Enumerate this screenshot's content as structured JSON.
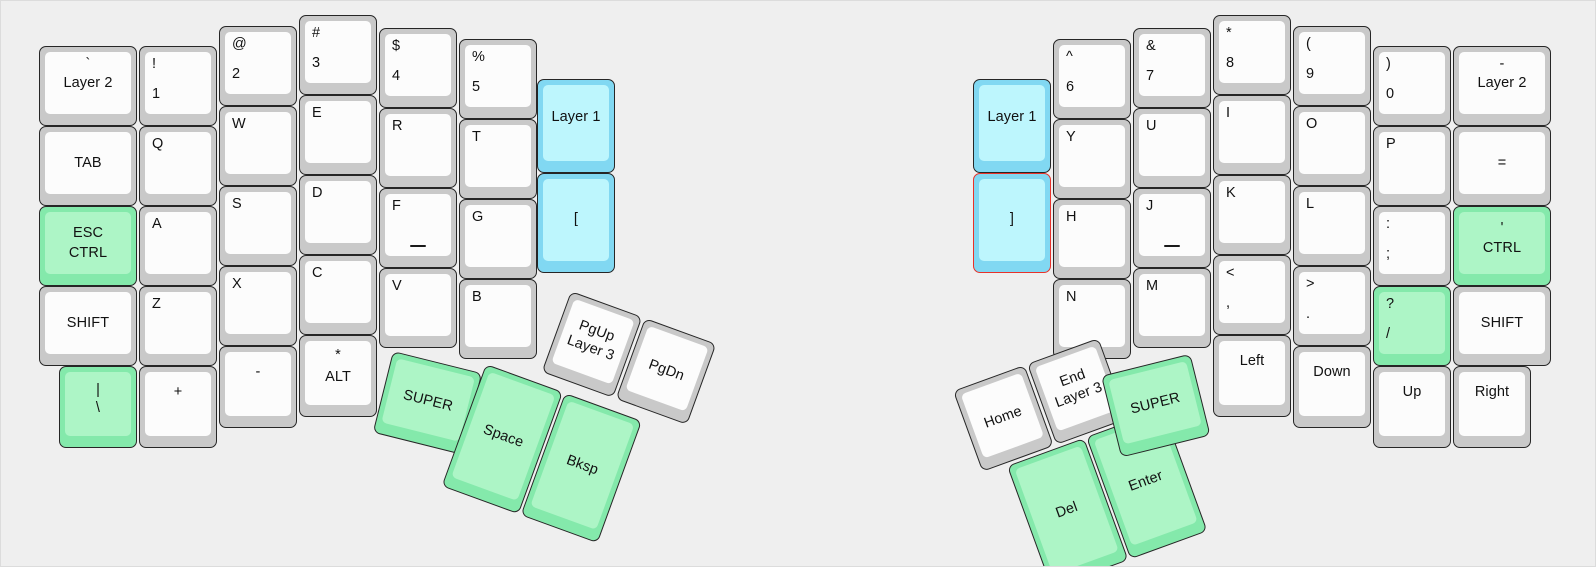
{
  "title": "Ergonomic split keyboard layout",
  "colors": {
    "background": "#efefef",
    "key_skirt": "#c9c9c9",
    "key_cap": "#fcfcfc",
    "green_skirt": "#84e9ab",
    "green_cap": "#adf5c6",
    "cyan_skirt": "#81d8f2",
    "cyan_cap": "#bdf6fd",
    "selection_border": "#e8322a",
    "legend": "#111111"
  },
  "left_half": {
    "name": "left-keyboard-half",
    "columns": [
      {
        "name": "pinky-outer",
        "keys": [
          {
            "name": "key-grave-layer2",
            "top": "`",
            "main": "Layer 2"
          },
          {
            "name": "key-tab",
            "top": "",
            "main": "TAB"
          },
          {
            "name": "key-esc-ctrl",
            "top": "ESC",
            "main": "CTRL",
            "color": "green"
          },
          {
            "name": "key-shift",
            "top": "",
            "main": "SHIFT"
          },
          {
            "name": "key-pipe-backslash",
            "top": "|",
            "main": "\\",
            "color": "green"
          }
        ]
      },
      {
        "name": "pinky",
        "keys": [
          {
            "name": "key-1",
            "top": "!",
            "main": "1"
          },
          {
            "name": "key-q",
            "top": "Q",
            "main": ""
          },
          {
            "name": "key-a",
            "top": "A",
            "main": ""
          },
          {
            "name": "key-z",
            "top": "Z",
            "main": ""
          },
          {
            "name": "key-plus",
            "top": "",
            "main": "+"
          }
        ]
      },
      {
        "name": "ring",
        "keys": [
          {
            "name": "key-2",
            "top": "@",
            "main": "2"
          },
          {
            "name": "key-w",
            "top": "W",
            "main": ""
          },
          {
            "name": "key-s",
            "top": "S",
            "main": ""
          },
          {
            "name": "key-x",
            "top": "X",
            "main": ""
          },
          {
            "name": "key-minus",
            "top": "",
            "main": "-"
          }
        ]
      },
      {
        "name": "middle",
        "keys": [
          {
            "name": "key-3",
            "top": "#",
            "main": "3"
          },
          {
            "name": "key-e",
            "top": "E",
            "main": ""
          },
          {
            "name": "key-d",
            "top": "D",
            "main": ""
          },
          {
            "name": "key-c",
            "top": "C",
            "main": ""
          },
          {
            "name": "key-alt",
            "top": "*",
            "main": "ALT"
          }
        ]
      },
      {
        "name": "index",
        "keys": [
          {
            "name": "key-4",
            "top": "$",
            "main": "4"
          },
          {
            "name": "key-r",
            "top": "R",
            "main": ""
          },
          {
            "name": "key-f",
            "top": "F",
            "main": "",
            "homing": true
          },
          {
            "name": "key-v",
            "top": "V",
            "main": ""
          }
        ]
      },
      {
        "name": "index-inner",
        "keys": [
          {
            "name": "key-5",
            "top": "%",
            "main": "5"
          },
          {
            "name": "key-t",
            "top": "T",
            "main": ""
          },
          {
            "name": "key-g",
            "top": "G",
            "main": ""
          },
          {
            "name": "key-b",
            "top": "B",
            "main": ""
          }
        ]
      },
      {
        "name": "inner-thumb-column",
        "keys": [
          {
            "name": "key-layer1",
            "top": "",
            "main": "Layer 1",
            "color": "cyan"
          },
          {
            "name": "key-left-bracket",
            "top": "",
            "main": "[",
            "color": "cyan"
          }
        ]
      }
    ],
    "thumb_cluster": [
      {
        "name": "key-super-left",
        "label": "SUPER",
        "color": "green"
      },
      {
        "name": "key-space",
        "label": "Space",
        "color": "green"
      },
      {
        "name": "key-bksp",
        "label": "Bksp",
        "color": "green"
      },
      {
        "name": "key-pgup-layer3",
        "label": "PgUp\nLayer 3"
      },
      {
        "name": "key-pgdn",
        "label": "PgDn"
      }
    ]
  },
  "right_half": {
    "name": "right-keyboard-half",
    "columns": [
      {
        "name": "inner-thumb-column",
        "keys": [
          {
            "name": "key-layer1",
            "top": "",
            "main": "Layer 1",
            "color": "cyan"
          },
          {
            "name": "key-right-bracket",
            "top": "",
            "main": "]",
            "color": "cyan",
            "selected": true
          }
        ]
      },
      {
        "name": "index-inner",
        "keys": [
          {
            "name": "key-6",
            "top": "^",
            "main": "6"
          },
          {
            "name": "key-y",
            "top": "Y",
            "main": ""
          },
          {
            "name": "key-h",
            "top": "H",
            "main": ""
          },
          {
            "name": "key-n",
            "top": "N",
            "main": ""
          }
        ]
      },
      {
        "name": "index",
        "keys": [
          {
            "name": "key-7",
            "top": "&",
            "main": "7"
          },
          {
            "name": "key-u",
            "top": "U",
            "main": ""
          },
          {
            "name": "key-j",
            "top": "J",
            "main": "",
            "homing": true
          },
          {
            "name": "key-m",
            "top": "M",
            "main": ""
          }
        ]
      },
      {
        "name": "middle",
        "keys": [
          {
            "name": "key-8",
            "top": "*",
            "main": "8"
          },
          {
            "name": "key-i",
            "top": "I",
            "main": ""
          },
          {
            "name": "key-k",
            "top": "K",
            "main": ""
          },
          {
            "name": "key-comma",
            "top": "<",
            "main": ","
          },
          {
            "name": "key-left-arrow",
            "top": "",
            "main": "Left"
          }
        ]
      },
      {
        "name": "ring",
        "keys": [
          {
            "name": "key-9",
            "top": "(",
            "main": "9"
          },
          {
            "name": "key-o",
            "top": "O",
            "main": ""
          },
          {
            "name": "key-l",
            "top": "L",
            "main": ""
          },
          {
            "name": "key-period",
            "top": ">",
            "main": "."
          },
          {
            "name": "key-down-arrow",
            "top": "",
            "main": "Down"
          }
        ]
      },
      {
        "name": "pinky",
        "keys": [
          {
            "name": "key-0",
            "top": ")",
            "main": "0"
          },
          {
            "name": "key-p",
            "top": "P",
            "main": ""
          },
          {
            "name": "key-semicolon",
            "top": ":",
            "main": ";"
          },
          {
            "name": "key-slash",
            "top": "?",
            "main": "/",
            "color": "green"
          },
          {
            "name": "key-up-arrow",
            "top": "",
            "main": "Up"
          }
        ]
      },
      {
        "name": "pinky-outer",
        "keys": [
          {
            "name": "key-minus-layer2",
            "top": "-",
            "main": "Layer 2"
          },
          {
            "name": "key-equals",
            "top": "",
            "main": "="
          },
          {
            "name": "key-quote-ctrl",
            "top": "'",
            "main": "CTRL",
            "color": "green"
          },
          {
            "name": "key-shift",
            "top": "",
            "main": "SHIFT"
          },
          {
            "name": "key-right-arrow",
            "top": "",
            "main": "Right"
          }
        ]
      }
    ],
    "thumb_cluster": [
      {
        "name": "key-home",
        "label": "Home"
      },
      {
        "name": "key-end-layer3",
        "label": "End\nLayer 3"
      },
      {
        "name": "key-del",
        "label": "Del",
        "color": "green"
      },
      {
        "name": "key-enter",
        "label": "Enter",
        "color": "green"
      },
      {
        "name": "key-super-right",
        "label": "SUPER",
        "color": "green"
      }
    ]
  }
}
